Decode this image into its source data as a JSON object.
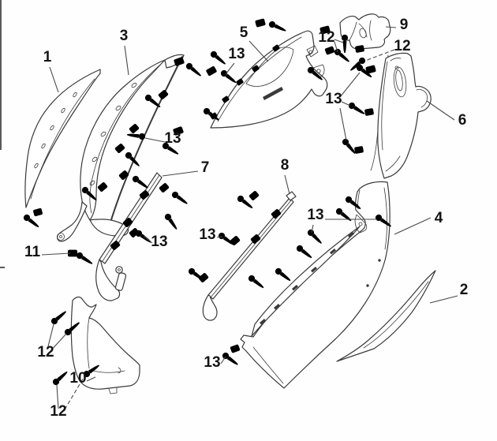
{
  "figure": {
    "kind": "exploded-parts-diagram",
    "background": "#fefefe",
    "line_color": "#3a3a3a",
    "label_color": "#141414"
  },
  "callouts": [
    {
      "ref": "1"
    },
    {
      "ref": "3"
    },
    {
      "ref": "5"
    },
    {
      "ref": "13"
    },
    {
      "ref": "12"
    },
    {
      "ref": "9"
    },
    {
      "ref": "12"
    },
    {
      "ref": "13"
    },
    {
      "ref": "6"
    },
    {
      "ref": "13"
    },
    {
      "ref": "7"
    },
    {
      "ref": "8"
    },
    {
      "ref": "13"
    },
    {
      "ref": "13"
    },
    {
      "ref": "11"
    },
    {
      "ref": "13"
    },
    {
      "ref": "13"
    },
    {
      "ref": "12"
    },
    {
      "ref": "10"
    },
    {
      "ref": "12"
    },
    {
      "ref": "4"
    },
    {
      "ref": "2"
    }
  ]
}
